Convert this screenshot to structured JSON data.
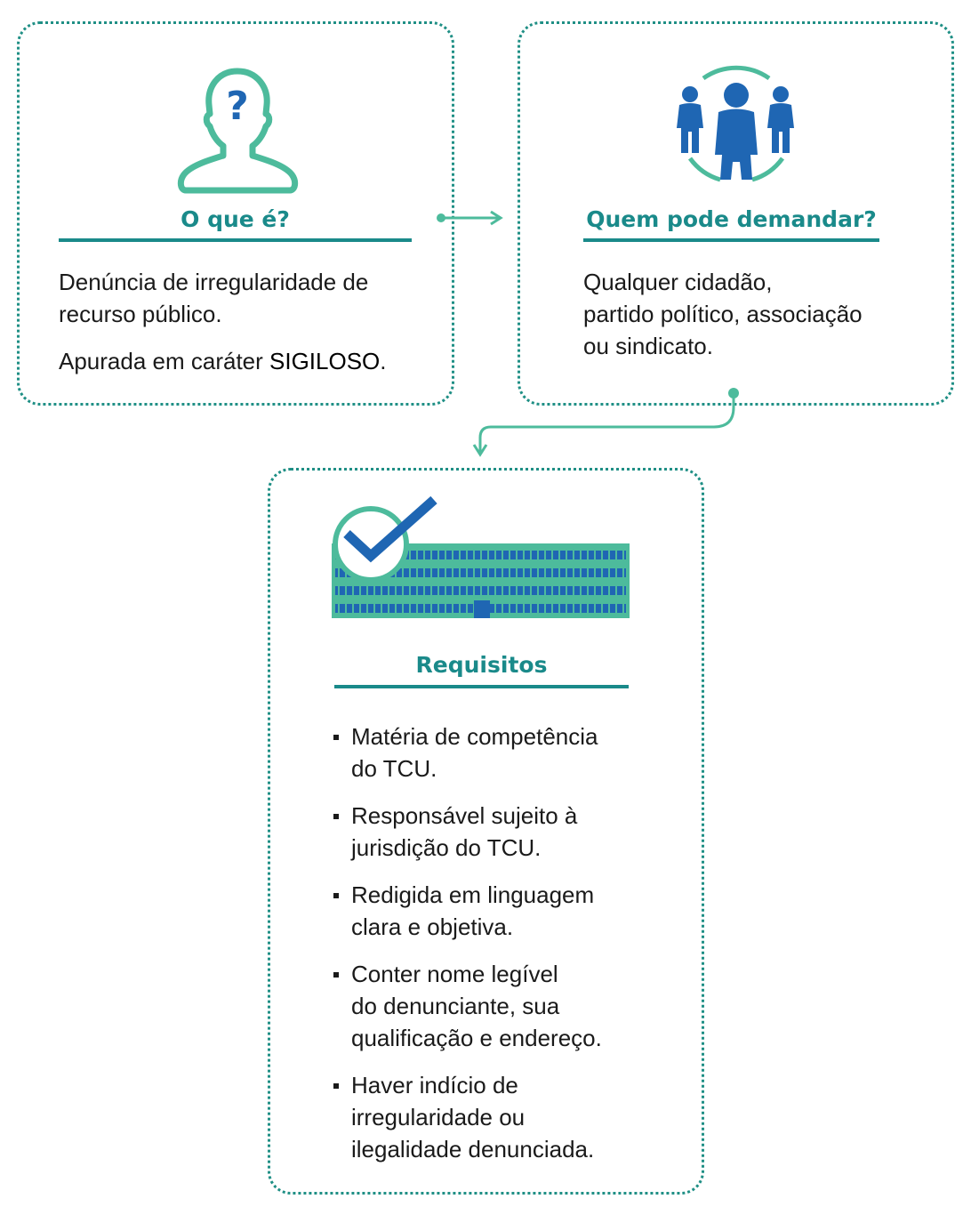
{
  "card_what": {
    "title": "O que é?",
    "line1": "Denúncia de irregularidade de",
    "line2": "recurso público.",
    "line3_prefix": "Apurada em caráter ",
    "line3_emphasis": "SIGILOSO",
    "line3_suffix": "."
  },
  "card_who": {
    "title": "Quem pode demandar?",
    "line1": "Qualquer cidadão,",
    "line2": "partido político, associação",
    "line3": "ou sindicato."
  },
  "card_requirements": {
    "title": "Requisitos",
    "items": [
      "Matéria de competência\ndo TCU.",
      "Responsável sujeito à\njurisdição do TCU.",
      "Redigida em linguagem\nclara e objetiva.",
      "Conter nome legível\ndo denunciante, sua\nqualificação e endereço.",
      "Haver indício de\nirregularidade ou\nilegalidade denunciada."
    ]
  },
  "icons": {
    "card_what": "person-question-icon",
    "card_who": "people-group-icon",
    "card_requirements": "building-check-icon"
  },
  "colors": {
    "teal": "#1a8a8a",
    "mint": "#4dbb9c",
    "blue": "#1f66b3",
    "border": "#1f8f85"
  }
}
